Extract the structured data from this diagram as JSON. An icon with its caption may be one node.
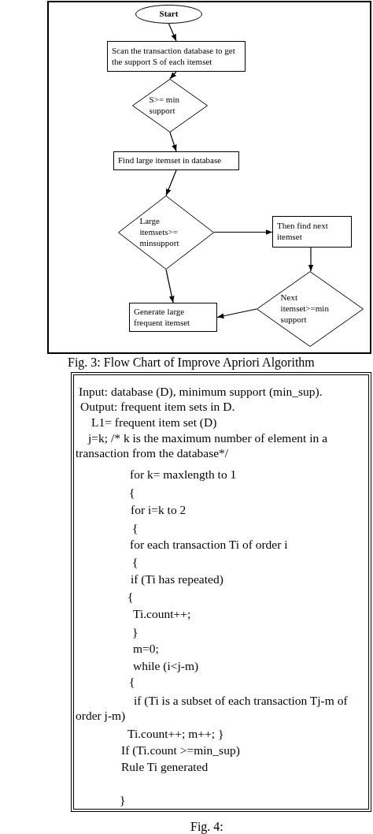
{
  "diagram": {
    "nodes": [
      {
        "text": [
          "Start"
        ]
      },
      {
        "text": [
          "Scan the transaction database to get the support S of each itemset"
        ]
      },
      {
        "text": [
          "S>= min support"
        ]
      },
      {
        "text": [
          "Find large itemset in database"
        ]
      },
      {
        "text": [
          "Large itemsets>= minsupport"
        ]
      },
      {
        "text": [
          "Then find next itemset"
        ]
      },
      {
        "text": [
          "Next itemset>=min support"
        ]
      },
      {
        "text": [
          "Generate large frequent itemset"
        ]
      },
      {
        "text": [
          "Input: database (D), minimum support (min_sup).",
          "Output: frequent item sets in D.",
          "L1= frequent item set (D)",
          "j=k; /* k is the maximum  number of element in a transaction from the database*/",
          "for k= maxlength  to 1",
          "{",
          "for i=k to 2",
          "{",
          "for each transaction Ti of order i",
          "{",
          "if (Ti has repeated)",
          "{",
          "Ti.count++;",
          "}",
          "m=0;",
          "while (i<j-m)",
          "{",
          "if (Ti is a subset of each transaction Tj-m of order j-m)",
          "Ti.count++; m++; }",
          "If (Ti.count >=min_sup)",
          "Rule Ti generated",
          "}"
        ]
      }
    ],
    "edges": [
      {
        "from": 0,
        "to": 1,
        "arrow": "to"
      },
      {
        "from": 1,
        "to": 2,
        "arrow": "to"
      },
      {
        "from": 2,
        "to": 3,
        "arrow": "to"
      },
      {
        "from": 3,
        "to": 4,
        "arrow": "to"
      },
      {
        "from": 4,
        "to": 5,
        "arrow": "to"
      },
      {
        "from": 4,
        "to": 7,
        "arrow": "to"
      },
      {
        "from": 5,
        "to": 6,
        "arrow": "to"
      },
      {
        "from": 6,
        "to": 7,
        "arrow": "to"
      }
    ],
    "labels": [
      "Fig. 3: Flow Chart of Improve Apriori Algorithm",
      "Fig. 4:"
    ]
  }
}
